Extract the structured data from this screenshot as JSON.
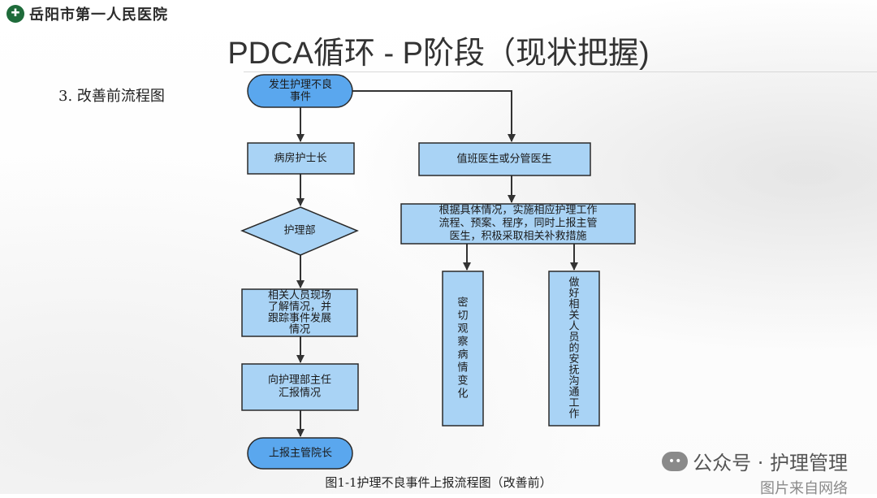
{
  "header": {
    "hospital_name": "岳阳市第一人民医院",
    "title": "PDCA循环 - P阶段（现状把握)"
  },
  "section_label": "3. 改善前流程图",
  "flowchart": {
    "nodes": {
      "start": [
        "发生护理不良",
        "事件"
      ],
      "head_nurse": [
        "病房护士长"
      ],
      "doctor": [
        "值班医生或分管医生"
      ],
      "nursing_dept": [
        "护理部"
      ],
      "measures": [
        "根据具体情况，实施相应护理工作",
        "流程、预案、程序，同时上报主管",
        "医生，积极采取相关补救措施"
      ],
      "site_staff": [
        "相关人员现场",
        "了解情况，并",
        "跟踪事件发展",
        "情况"
      ],
      "observe": [
        "密",
        "切",
        "观",
        "察",
        "病",
        "情",
        "变",
        "化"
      ],
      "comfort": [
        "做",
        "好",
        "相",
        "关",
        "人",
        "员",
        "的",
        "安",
        "抚",
        "沟",
        "通",
        "工",
        "作"
      ],
      "report_director": [
        "向护理部主任",
        "汇报情况"
      ],
      "end": [
        "上报主管院长"
      ]
    },
    "colors": {
      "fill": "#a9d3f5",
      "terminal": "#5aa7ee",
      "stroke": "#2a2a2a",
      "arrow": "#333333"
    }
  },
  "caption": "图1-1护理不良事件上报流程图（改善前）",
  "watermark": {
    "account": "公众号 · 护理管理",
    "source_note": "图片来自网络"
  }
}
